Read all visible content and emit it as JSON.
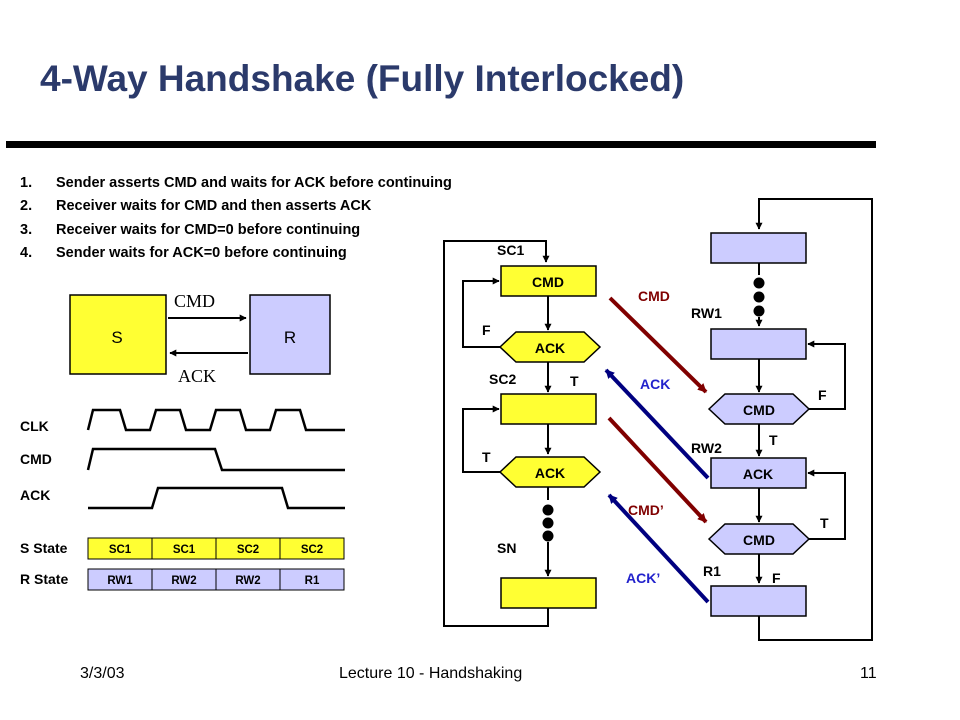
{
  "title": "4-Way Handshake (Fully Interlocked)",
  "steps": [
    {
      "num": "1.",
      "text": "Sender asserts CMD and waits for ACK before continuing"
    },
    {
      "num": "2.",
      "text": "Receiver waits for CMD and then asserts ACK"
    },
    {
      "num": "3.",
      "text": "Receiver waits for CMD=0 before continuing"
    },
    {
      "num": "4.",
      "text": "Sender waits for ACK=0 before continuing"
    }
  ],
  "block": {
    "sender": "S",
    "receiver": "R",
    "cmd": "CMD",
    "ack": "ACK"
  },
  "timing": {
    "signals": [
      "CLK",
      "CMD",
      "ACK"
    ],
    "s_state_label": "S State",
    "r_state_label": "R State",
    "s_states": [
      "SC1",
      "SC1",
      "SC2",
      "SC2"
    ],
    "r_states": [
      "RW1",
      "RW2",
      "RW2",
      "R1"
    ]
  },
  "flow": {
    "sender": {
      "sc1": "SC1",
      "cmd": "CMD",
      "ack1": "ACK",
      "f": "F",
      "sc2": "SC2",
      "t1": "T",
      "t2": "T",
      "ack2": "ACK",
      "sn": "SN"
    },
    "receiver": {
      "rw1": "RW1",
      "cmd1": "CMD",
      "f1": "F",
      "t1": "T",
      "rw2": "RW2",
      "ack": "ACK",
      "t2": "T",
      "cmd2": "CMD",
      "r1": "R1",
      "f2": "F"
    },
    "links": {
      "cmd": "CMD",
      "ack": "ACK",
      "cmd_prime": "CMD’",
      "ack_prime": "ACK’"
    }
  },
  "colors": {
    "yellow": "#ffff33",
    "lavender": "#ccccff",
    "dark_red": "#800000",
    "navy": "#000080",
    "title": "#2b3a6b"
  },
  "footer": {
    "date": "3/3/03",
    "title": "Lecture 10 - Handshaking",
    "page": "11"
  }
}
